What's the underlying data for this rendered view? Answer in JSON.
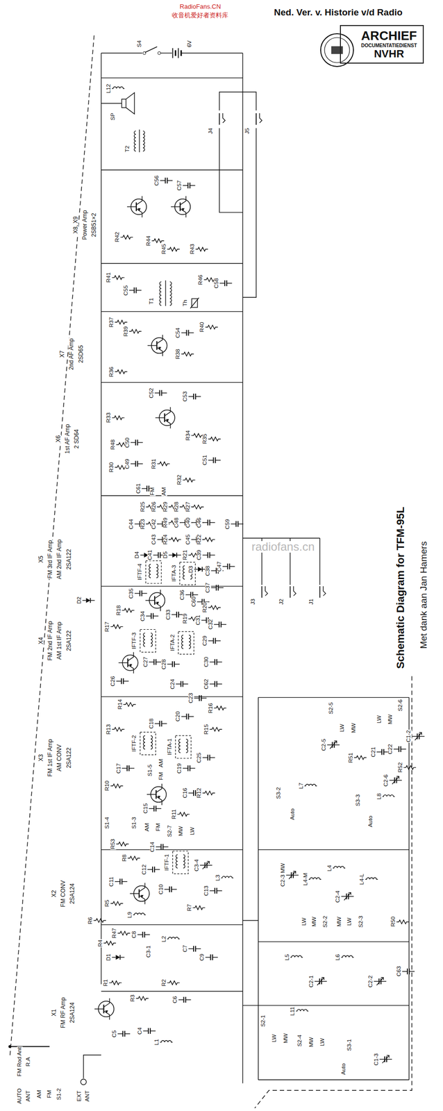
{
  "diagram": {
    "title": "Schematic Diagram for TFM-95L",
    "nodes": [
      {
        "text": [
          "ARCHIEF",
          "DOCUMENTATIEDIENST",
          "NVHR"
        ]
      }
    ],
    "labels": [
      "RadioFans.CN",
      "收音机爱好者资料库",
      "Ned. Ver. v. Historie v/d Radio",
      "Met dank aan Jan Hamers",
      "radiofans.cn",
      "X8, X9",
      "Power Amp",
      "2SB51×2",
      "X7",
      "2nd AF Amp",
      "2SD65",
      "X6",
      "1st AF Amp",
      "2 SD64",
      "X5",
      "FM 3rd IF Amp",
      "AM 2nd IF Amp",
      "2SA122",
      "X4",
      "FM 2nd IF Amp",
      "AM 1st IF Amp",
      "2SA122",
      "X3",
      "FM 1st IF Amp",
      "AM CONV",
      "2SA122",
      "X2",
      "FM CONV",
      "2SA124",
      "X1",
      "FM RF Amp",
      "2SA124",
      "FM Rod Ant",
      "R.A",
      "AUTO",
      "ANT",
      "AM",
      "FM",
      "S1-2",
      "EXT",
      "ANT",
      "S4",
      "6V",
      "L12",
      "SP",
      "T2",
      "C56",
      "C57",
      "J4",
      "J5",
      "R42",
      "R44",
      "R45",
      "R43",
      "R41",
      "R46",
      "C58",
      "C55",
      "T1",
      "Th",
      "R40",
      "R37",
      "R39",
      "C54",
      "R38",
      "R36",
      "R33",
      "C52",
      "C53",
      "R48",
      "C50",
      "R34",
      "R35",
      "C51",
      "R32",
      "R30",
      "C49",
      "R31",
      "C61",
      "FM",
      "AM",
      "R25",
      "R26",
      "R29",
      "R28",
      "R27",
      "C48",
      "R49",
      "C40",
      "C46",
      "C59",
      "C47",
      "J3",
      "J2",
      "J1",
      "C44",
      "R23",
      "C42",
      "C43",
      "R24",
      "C45",
      "R22",
      "D4",
      "C41",
      "D5",
      "R21",
      "C39",
      "D3",
      "C38",
      "IFTF-4",
      "IFTA-3",
      "C37",
      "C36",
      "C60",
      "R20",
      "C35",
      "C34",
      "C33",
      "C32",
      "C31",
      "R19",
      "R18",
      "R17",
      "D2",
      "IFTF-3",
      "IFTA-2",
      "C27",
      "C28",
      "C29",
      "C26",
      "C24",
      "C30",
      "C62",
      "C23",
      "R14",
      "R16",
      "R15",
      "C20",
      "R13",
      "IFTF-2",
      "IFTA-1",
      "C18",
      "C19",
      "C25",
      "C17",
      "S1-5",
      "AM",
      "FM",
      "R10",
      "C15",
      "S1-3",
      "S1-4",
      "R11",
      "C16",
      "R12",
      "AM",
      "FM",
      "S2-7",
      "MW",
      "LW",
      "R53",
      "C14",
      "IFTF-1",
      "R8",
      "C12",
      "C3-4",
      "L3",
      "C11",
      "C10",
      "C13",
      "R5",
      "R6",
      "R7",
      "L9",
      "R47",
      "R4",
      "C8",
      "D1",
      "L2",
      "C3-1",
      "C7",
      "C9",
      "R1",
      "R2",
      "R3",
      "C6",
      "C5",
      "C4",
      "L1",
      "S2-5",
      "LW",
      "MW",
      "S2-6",
      "MW",
      "LW",
      "C2-5",
      "R51",
      "C21",
      "C22",
      "R52",
      "C2-6",
      "C1-2",
      "S3-2",
      "L7",
      "Auto",
      "S3-3",
      "L8",
      "Auto",
      "C2-3 MW",
      "L4-M",
      "L4",
      "C2-4",
      "L4-L",
      "LW",
      "MW",
      "S2-2",
      "MW",
      "LW",
      "S2-3",
      "R50",
      "L5",
      "L6",
      "C2-1",
      "C2-2",
      "C63",
      "S2-1",
      "LW",
      "MW",
      "L11",
      "S2-4",
      "MW",
      "LW",
      "S3-1",
      "Auto",
      "C1-3"
    ]
  }
}
